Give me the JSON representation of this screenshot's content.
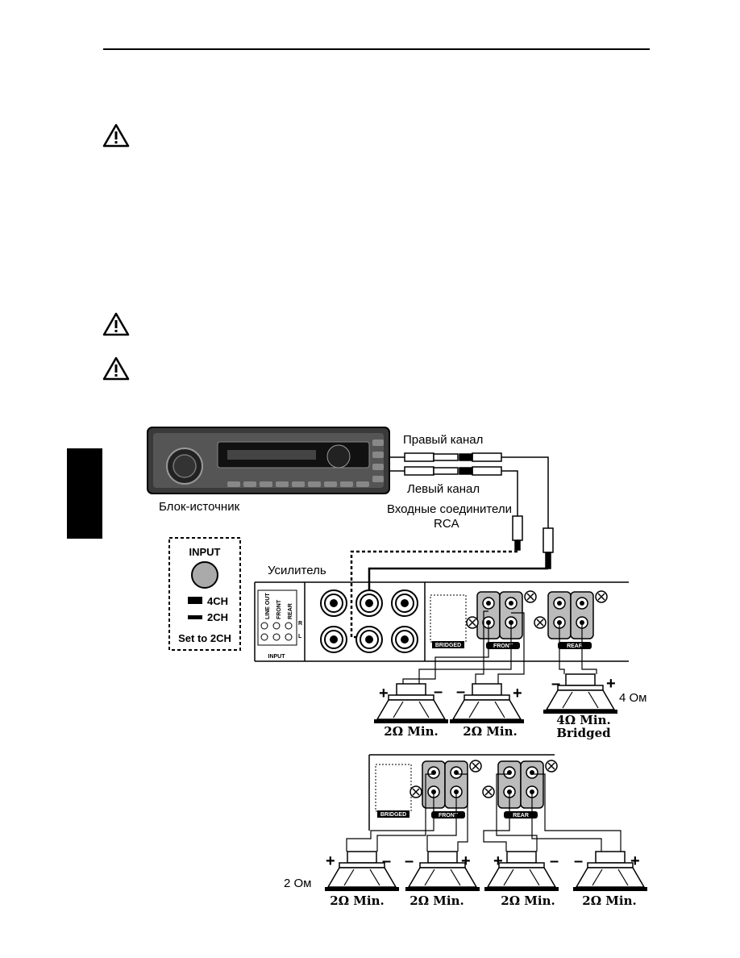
{
  "page": {
    "warnings": [
      "warning-1",
      "warning-2",
      "warning-3"
    ]
  },
  "diagram": {
    "right_channel": "Правый канал",
    "left_channel": "Левый канал",
    "rca_inputs_line1": "Входные соединители",
    "rca_inputs_line2": "RCA",
    "source_unit": "Блок-источник",
    "amplifier": "Усилитель",
    "input_box": {
      "title": "INPUT",
      "opt_4ch": "4CH",
      "opt_2ch": "2CH",
      "set_to": "Set to 2CH"
    },
    "panel": {
      "line_out": "LINE OUT",
      "front": "FRONT",
      "rear": "REAR",
      "input": "INPUT",
      "r": "R",
      "l": "L",
      "bridged": "BRIDGED",
      "front_tag": "FRONT",
      "rear_tag": "REAR"
    },
    "ohm_4": "4 Ом",
    "ohm_2": "2 Ом",
    "speakers_top": [
      "2Ω Min.",
      "2Ω Min.",
      "4Ω Min."
    ],
    "bridged_word": "Bridged",
    "speakers_bottom": [
      "2Ω Min.",
      "2Ω Min.",
      "2Ω Min.",
      "2Ω Min."
    ],
    "plus": "+",
    "minus": "–"
  }
}
